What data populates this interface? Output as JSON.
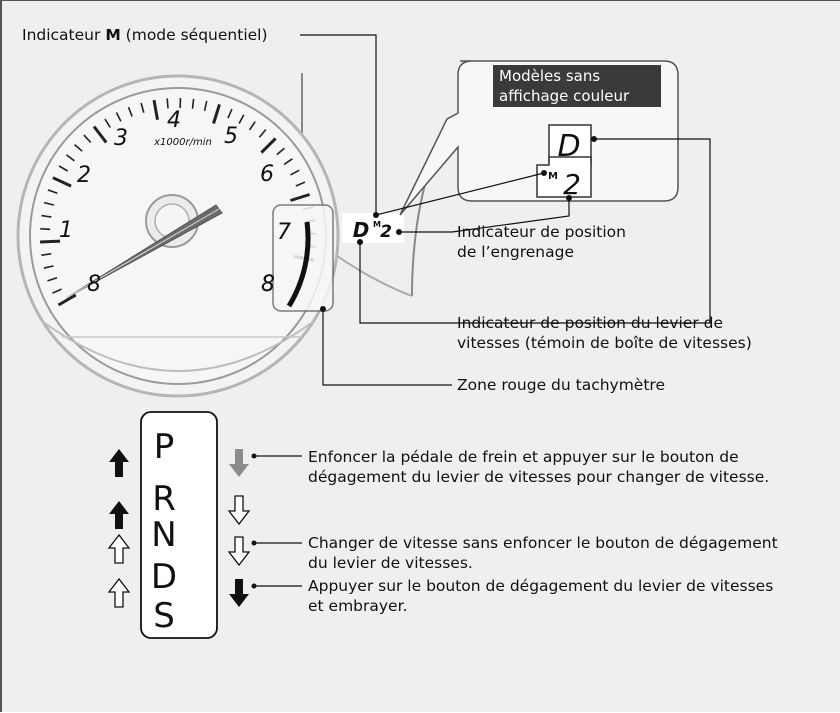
{
  "labels": {
    "m_indicator_prefix": "Indicateur ",
    "m_indicator_bold": "M",
    "m_indicator_suffix": " (mode séquentiel)",
    "gear_pos_line1": "Indicateur de position",
    "gear_pos_line2": "de l’engrenage",
    "lever_pos_line1": "Indicateur de position du levier de",
    "lever_pos_line2": "vitesses (témoin de boîte de vitesses)",
    "redzone": "Zone rouge du tachymètre",
    "inset_line1": "Modèles sans",
    "inset_line2": "affichage couleur"
  },
  "tacho": {
    "numbers": [
      "8",
      "1",
      "2",
      "3",
      "4",
      "5",
      "6",
      "7",
      "8"
    ],
    "unit": "x1000r/min",
    "display_gear": "D",
    "display_mode": "M",
    "display_num": "2"
  },
  "inset_display": {
    "gear": "D",
    "mode": "M",
    "num": "2"
  },
  "shift_gate": {
    "letters": [
      "P",
      "R",
      "N",
      "D",
      "S"
    ]
  },
  "legend": {
    "gray_line1": "Enfoncer la pédale de frein et appuyer sur le bouton de",
    "gray_line2": "dégagement du levier de vitesses pour changer de vitesse.",
    "white_line1": "Changer de vitesse sans enfoncer le bouton de dégagement",
    "white_line2": "du levier de vitesses.",
    "black_line1": "Appuyer sur le bouton de dégagement du levier de vitesses",
    "black_line2": "et embrayer."
  },
  "colors": {
    "line": "#111111",
    "gray_arrow": "#8c8c8c",
    "black_arrow": "#111111",
    "panel": "#efefef"
  }
}
